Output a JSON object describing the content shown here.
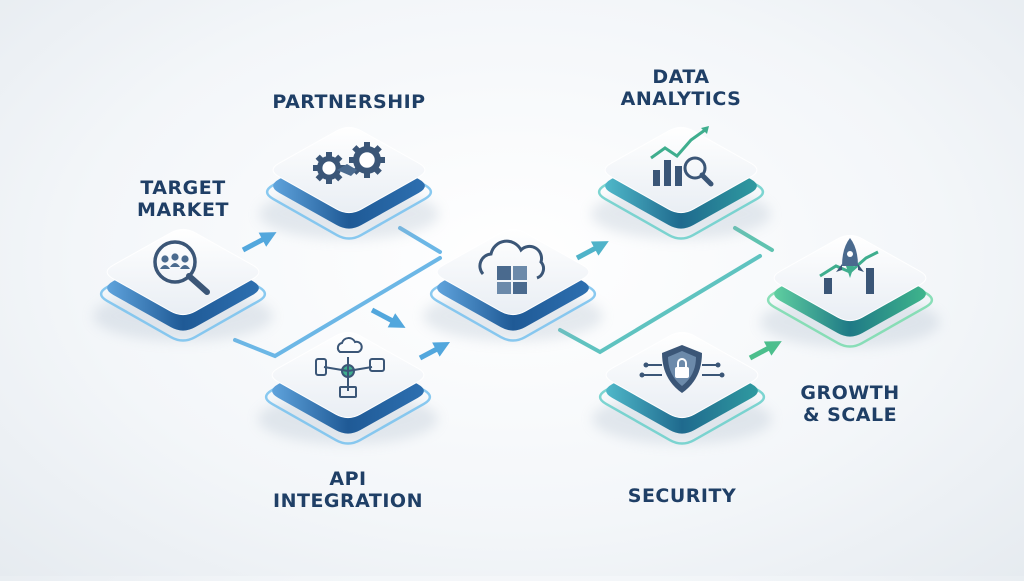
{
  "colors": {
    "blue_dark": "#1f5a96",
    "blue_mid": "#3a7fc0",
    "teal": "#2fa39a",
    "green": "#45c28f",
    "arrow_blue": "#52a7dd",
    "arrow_green": "#4cbf8d",
    "label": "#1f3f66",
    "icon": "#3b5677"
  },
  "nodes": [
    {
      "id": "target-market",
      "label_lines": [
        "TARGET",
        "MARKET"
      ],
      "icon": "magnifier-people-icon",
      "tone": "blue"
    },
    {
      "id": "partnership",
      "label_lines": [
        "PARTNERSHIP"
      ],
      "icon": "gears-handshake-icon",
      "tone": "blue"
    },
    {
      "id": "api-integration",
      "label_lines": [
        "API",
        "INTEGRATION"
      ],
      "icon": "network-devices-icon",
      "tone": "blue"
    },
    {
      "id": "cloud-core",
      "label_lines": [],
      "icon": "cloud-puzzle-icon",
      "tone": "blue"
    },
    {
      "id": "data-analytics",
      "label_lines": [
        "DATA",
        "ANALYTICS"
      ],
      "icon": "chart-magnifier-icon",
      "tone": "teal"
    },
    {
      "id": "security",
      "label_lines": [
        "SECURITY"
      ],
      "icon": "shield-lock-icon",
      "tone": "teal"
    },
    {
      "id": "growth-scale",
      "label_lines": [
        "GROWTH",
        "& SCALE"
      ],
      "icon": "rocket-growth-icon",
      "tone": "green"
    }
  ]
}
